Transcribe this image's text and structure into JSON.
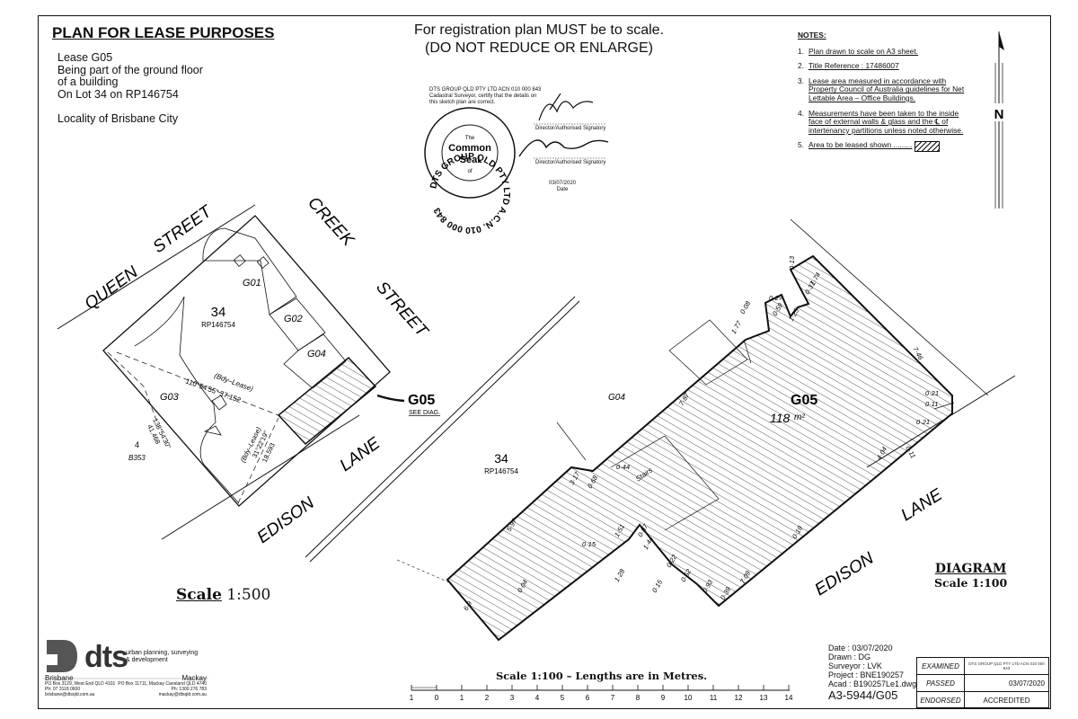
{
  "header": {
    "title": "PLAN FOR LEASE PURPOSES",
    "description": [
      "Lease G05",
      "Being part of the ground floor",
      "of a building",
      "On Lot 34 on RP146754"
    ],
    "locality": "Locality of Brisbane City",
    "registration_line1": "For registration plan MUST be to scale.",
    "registration_line2": "(DO NOT REDUCE OR ENLARGE)"
  },
  "notes": {
    "heading": "NOTES:",
    "items": [
      {
        "num": "1.",
        "text": "Plan drawn to scale on A3 sheet."
      },
      {
        "num": "2.",
        "text": "Title Reference : 17486007"
      },
      {
        "num": "3.",
        "text": "Lease area measured in accordance with Property Council of Australia guidelines for Net Lettable Area – Office Buildings."
      },
      {
        "num": "4.",
        "text": "Measurements have been taken to the inside face of external walls & glass and the ℄ of intertenancy partitions unless noted otherwise."
      },
      {
        "num": "5.",
        "text": "Area to be leased shown ........."
      }
    ]
  },
  "certification": {
    "company": "DTS GROUP QLD PTY LTD  ACN 010 000 843",
    "statement_line1": "Cadastral Surveyor, certify that the details on",
    "statement_line2": "this sketch plan are correct.",
    "signatory1": "Director/Authorised Signatory",
    "signatory2": "Director/Authorised Signatory",
    "date": "03/07/2020",
    "date_label": "Date",
    "seal_ring": "DTS GROUP QLD PTY LTD A.C.N. 010 000 843",
    "seal_the": "The",
    "seal_common": "Common",
    "seal_seal": "Seal",
    "seal_of": "of"
  },
  "north_label": "N",
  "site_plan": {
    "streets": {
      "queen": "QUEEN",
      "street1": "STREET",
      "creek": "CREEK",
      "street2": "STREET",
      "edison": "EDISON",
      "lane": "LANE"
    },
    "lot": "34",
    "rp": "RP146754",
    "tenancies": [
      "G01",
      "G02",
      "G03",
      "G04"
    ],
    "callout": "G05",
    "callout_sub": "SEE DIAG.",
    "bearing1_label": "(Bdy–Lease)",
    "bearing1": "110°54'55\"  37.152",
    "bearing2_label": "(Bdy–Lease)",
    "bearing2": "31°22'19\"",
    "bearing2_dist": "18.593",
    "bearing3": "138°54'30\"",
    "bearing3_dist": "41.468",
    "adjoining_lot": "4",
    "adjoining_plan": "B353",
    "scale_label": "Scale",
    "scale_value": "1:500"
  },
  "diagram": {
    "title": "DIAGRAM",
    "scale": "Scale 1:100",
    "area_label": "G05",
    "area_value": "118",
    "area_unit": "m²",
    "lot": "34",
    "rp": "RP146754",
    "neighbour": "G04",
    "stairs": "Stairs",
    "edison": "EDISON",
    "lane": "LANE",
    "dims": [
      "0·08",
      "1·77",
      "0·27",
      "0·59",
      "1·25",
      "0·37",
      "1·74",
      "0·13",
      "7·46",
      "7·87",
      "0·21",
      "0·11",
      "0·21",
      "0·11",
      "4·04",
      "0·19",
      "7·09",
      "0·39",
      "0·93",
      "0·52",
      "0·22",
      "1·44",
      "0·87",
      "1·51",
      "1·28",
      "0·15",
      "0·15",
      "0·04",
      "5·97",
      "6·9",
      "3·17",
      "0·68",
      "0·44",
      "0·13"
    ]
  },
  "scale_bar": {
    "title": "Scale 1:100  –  Lengths are in Metres.",
    "ticks": [
      "1",
      "0",
      "1",
      "2",
      "3",
      "4",
      "5",
      "6",
      "7",
      "8",
      "9",
      "10",
      "11",
      "12",
      "13",
      "14"
    ]
  },
  "company": {
    "logo": "dts",
    "tagline1": "urban planning, surveying",
    "tagline2": "& development",
    "office1_city": "Brisbane",
    "office1_addr": "PO Box 3129, West End QLD 4101",
    "office1_ph": "Ph: 07 3118 0600",
    "office1_email": "brisbane@dtsqld.com.au",
    "office2_city": "Mackay",
    "office2_addr": "PO Box 11711, Mackay Caneland QLD 4740",
    "office2_ph": "Ph: 1300 276 783",
    "office2_email": "mackay@dtsqld.com.au"
  },
  "title_block": {
    "date": "Date : 03/07/2020",
    "drawn": "Drawn : DG",
    "surveyor": "Surveyor : LVK",
    "project": "Project : BNE190257",
    "acad": "Acad : B190257Le1.dwg",
    "drawing_no": "A3-5944/G05",
    "rows": [
      {
        "label": "EXAMINED",
        "value": "DTS GROUP QLD PTY LTD ACN 010 000 843"
      },
      {
        "label": "PASSED",
        "value": "03/07/2020"
      },
      {
        "label": "ENDORSED",
        "value": "ACCREDITED"
      }
    ]
  },
  "colors": {
    "ink": "#111111",
    "paper": "#ffffff"
  }
}
